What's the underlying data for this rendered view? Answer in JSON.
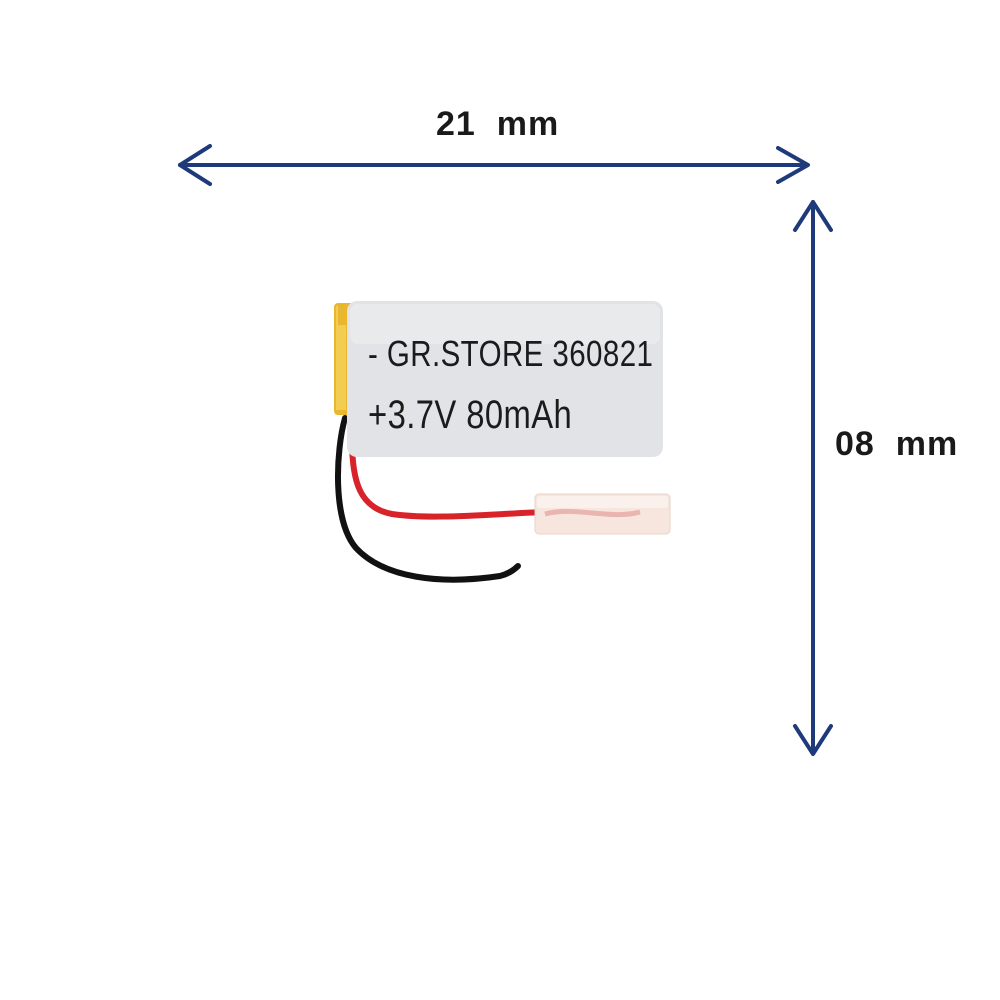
{
  "dimensions": {
    "width_label": "21  mm",
    "height_label": "08  mm"
  },
  "battery_label": {
    "line1": "- GR.STORE 360821",
    "line2": "+3.7V 80mAh"
  },
  "colors": {
    "arrow": "#1f3a7a",
    "label_background": "#e2e3e6",
    "battery_body": "#e8b72e",
    "red_wire": "#d8232a",
    "black_wire": "#111111",
    "connector": "#f6e6de"
  },
  "icons": {
    "horizontal_arrow": "double-headed-arrow-horizontal-icon",
    "vertical_arrow": "double-headed-arrow-vertical-icon"
  }
}
